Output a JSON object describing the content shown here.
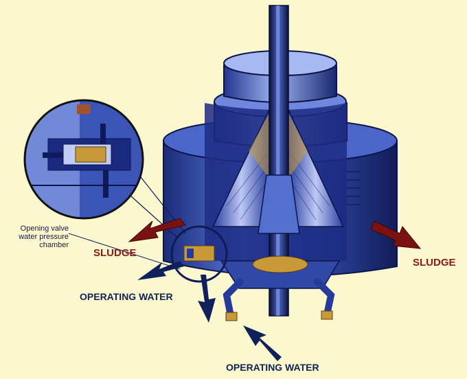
{
  "labels": {
    "sludge_left": "SLUDGE",
    "sludge_right": "SLUDGE",
    "operating_water_top": "OPERATING WATER",
    "operating_water_bottom": "OPERATING WATER",
    "opening_valve_line1": "Opening valve",
    "opening_valve_line2": "water pressure",
    "opening_valve_line3": "chamber"
  },
  "colors": {
    "background": "#fbf7cf",
    "steel_blue": "#3a55b5",
    "steel_light": "#8aa0e6",
    "steel_dark": "#15226a",
    "sludge_arrow": "#7a1212",
    "water_arrow": "#10205a",
    "brass": "#c89a3a"
  }
}
